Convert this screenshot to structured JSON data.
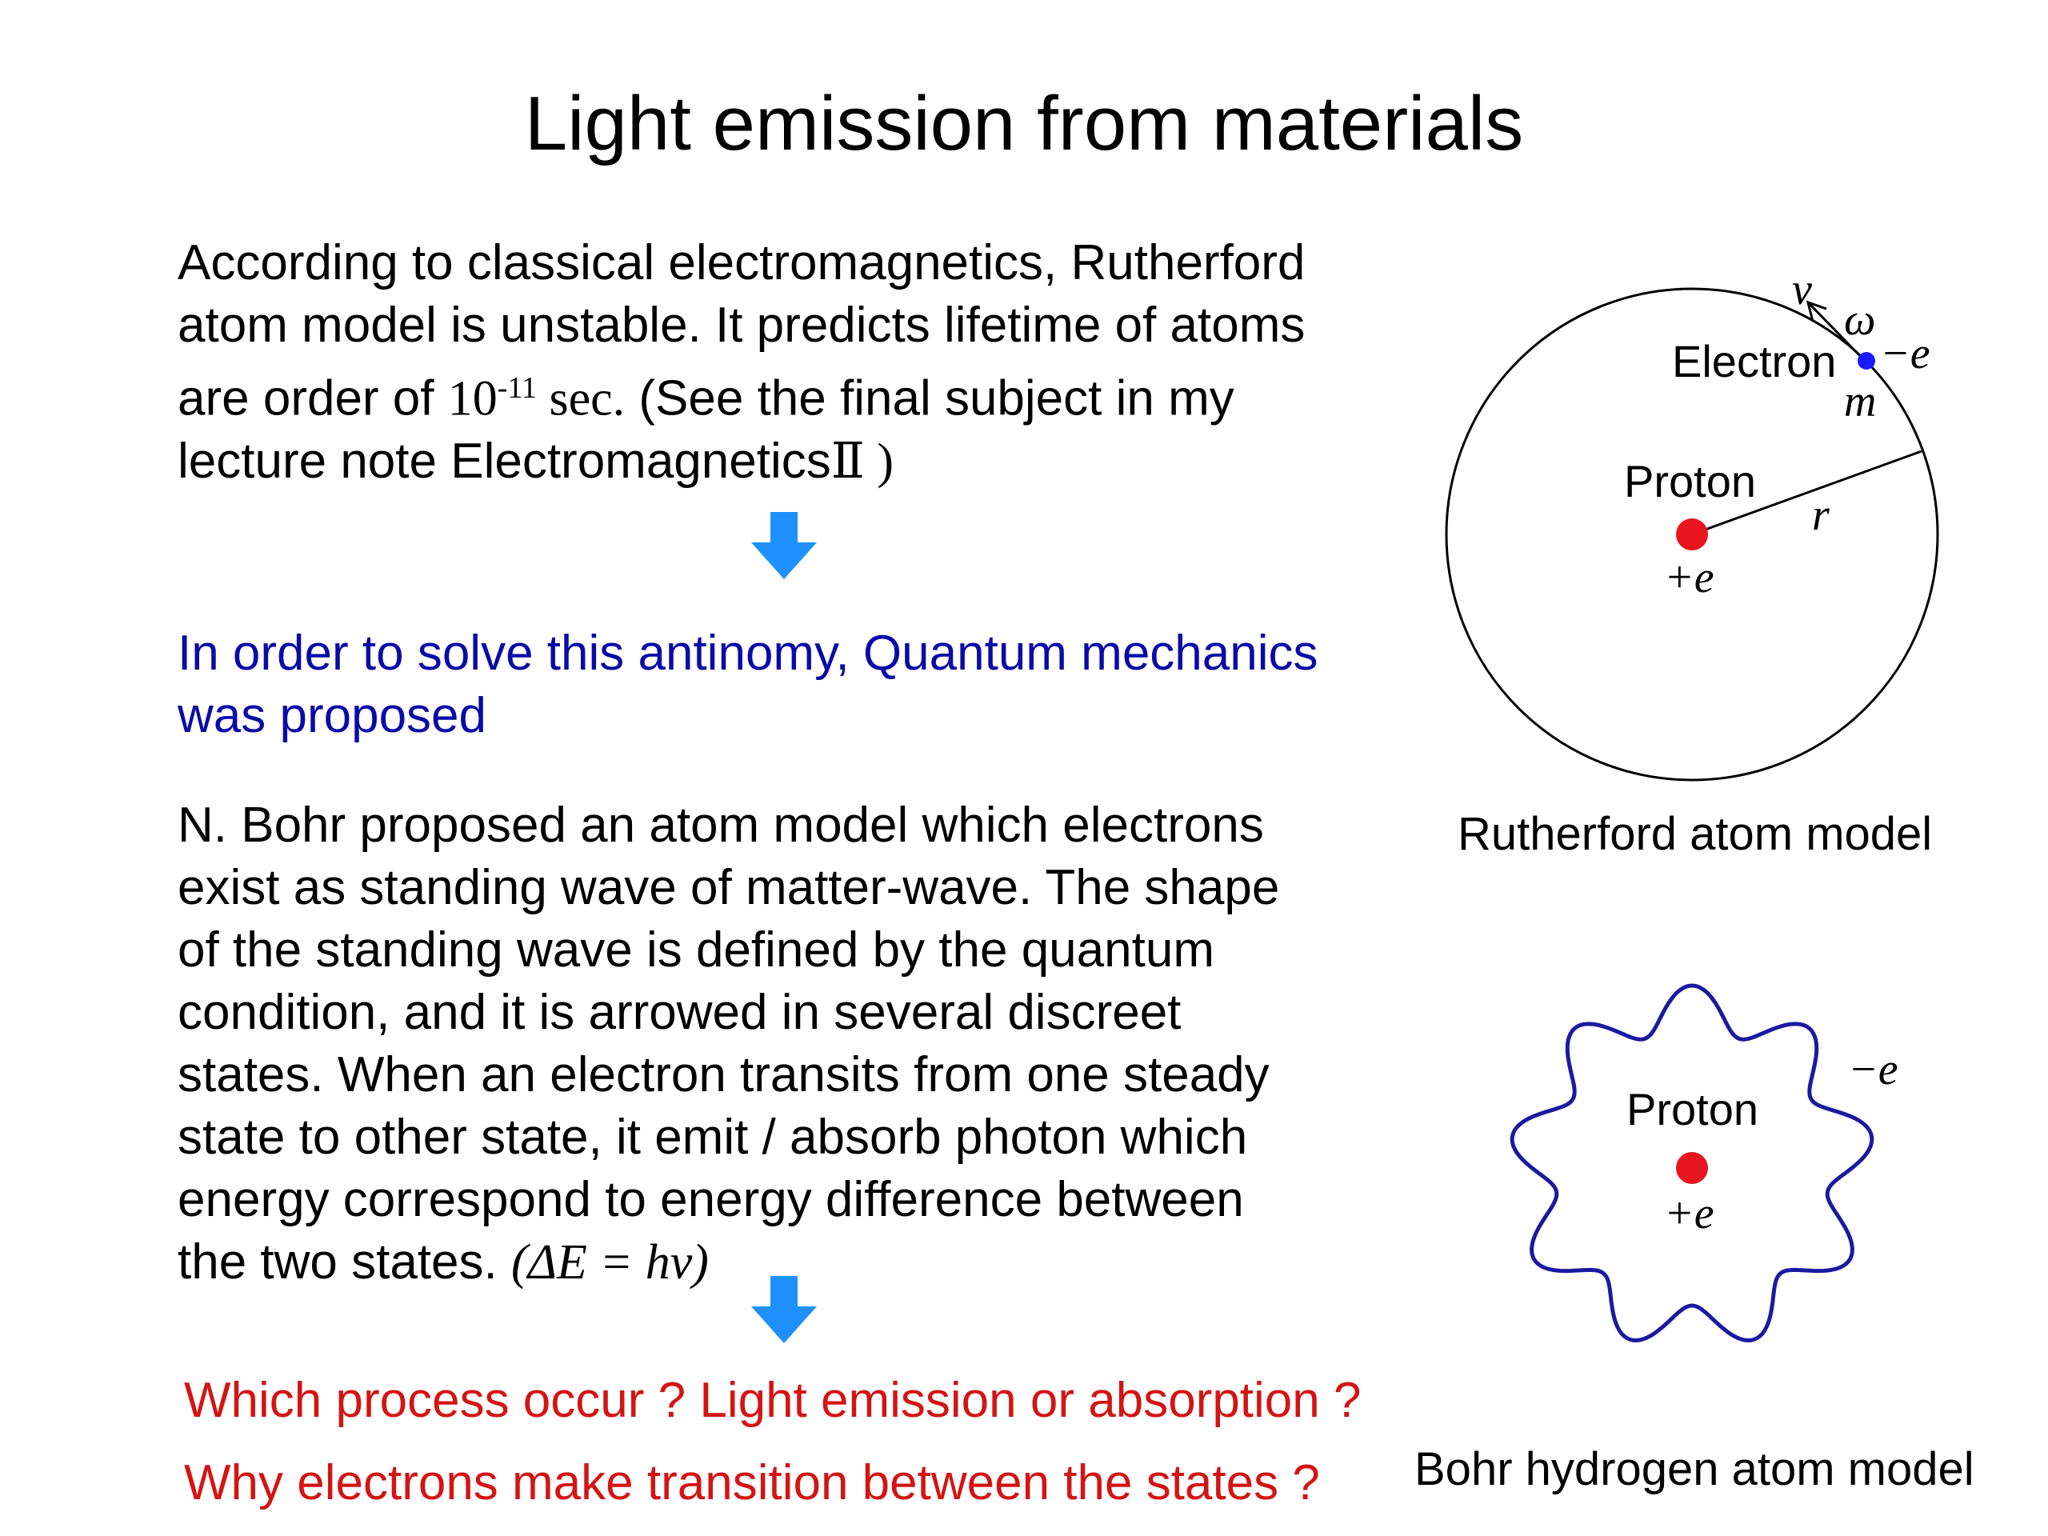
{
  "slide": {
    "title": "Light emission from materials"
  },
  "para1": {
    "line1": "According to classical electromagnetics, Rutherford",
    "line2": "atom model is unstable. It predicts lifetime of atoms",
    "line3_a": "are order of ",
    "line3_base": "10",
    "line3_exp": "-11",
    "line3_unit": " sec.",
    "line3_b": " (See the final subject in my",
    "line4_a": "lecture note Electromagnetics",
    "line4_roman": "Ⅱ",
    "line4_b": " )"
  },
  "blue_note": {
    "line1": "In order to solve this antinomy, Quantum mechanics",
    "line2": "was proposed"
  },
  "para2": {
    "line1": "N. Bohr proposed an atom model which electrons",
    "line2": "exist as standing wave of matter-wave. The shape",
    "line3": "of the standing wave is defined by the quantum",
    "line4": "condition, and it is arrowed in several discreet",
    "line5": "states. When an electron transits from one steady",
    "line6": "state to other state, it emit / absorb photon which",
    "line7": "energy correspond to energy difference between",
    "line8_a": "the two states. ",
    "line8_formula": "(ΔE = hv)"
  },
  "questions": {
    "q1": "Which process occur ? Light emission or absorption ?",
    "q2": "Why electrons make transition between the states ?"
  },
  "rutherford": {
    "caption": "Rutherford atom model",
    "electron_label": "Electron",
    "proton_label": "Proton",
    "v": "v",
    "omega": "ω",
    "minus_e": "−e",
    "m": "m",
    "r": "r",
    "plus_e": "+e"
  },
  "bohr": {
    "caption": "Bohr hydrogen atom model",
    "proton_label": "Proton",
    "minus_e": "−e",
    "plus_e": "+e"
  },
  "colors": {
    "arrow": "#1e90ff",
    "note_blue": "#0a0aa8",
    "question_red": "#d41414",
    "proton_red": "#e8141e",
    "electron_blue": "#1a1aff",
    "wave_blue": "#1a1aa0"
  }
}
